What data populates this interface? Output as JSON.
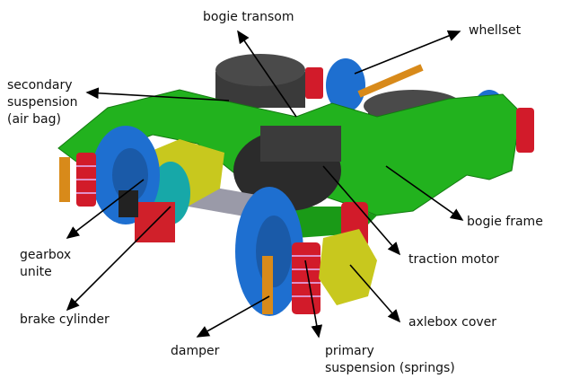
{
  "labels": {
    "bogie_transom": "bogie transom",
    "wheelset": "whellset",
    "secondary_suspension": "secondary\nsuspension\n(air bag)",
    "bogie_frame": "bogie frame",
    "gearbox": "gearbox\nunite",
    "traction_motor": "traction motor",
    "brake_cylinder": "brake cylinder",
    "axlebox_cover": "axlebox cover",
    "damper": "damper",
    "primary_suspension": "primary\nsuspension (springs)"
  },
  "colors": {
    "frame": "#22b21e",
    "wheel": "#1e6fd0",
    "spring": "#d21b2a",
    "airbag": "#2a2a2a",
    "gearbox": "#c8c81e",
    "damper": "#d88a1a",
    "brake": "#d0202a",
    "axle": "#9a9aa8"
  }
}
